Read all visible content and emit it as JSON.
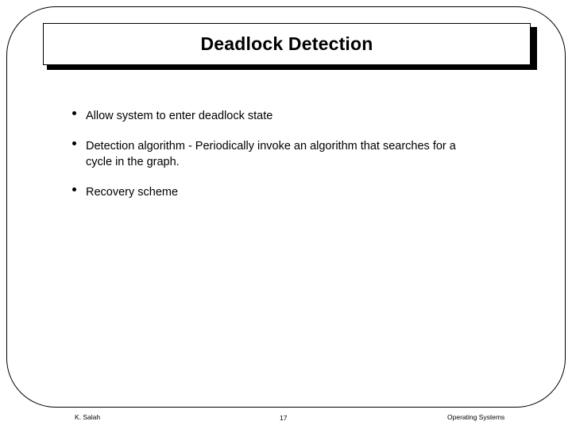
{
  "slide": {
    "title": "Deadlock Detection",
    "bullets": [
      {
        "text": "Allow system to enter deadlock state"
      },
      {
        "text": "Detection algorithm - Periodically invoke an algorithm that searches for a cycle in the graph."
      },
      {
        "text": "Recovery scheme"
      }
    ],
    "footer": {
      "author": "K. Salah",
      "page_number": "17",
      "course": "Operating Systems"
    },
    "colors": {
      "background": "#ffffff",
      "text": "#000000",
      "title_box_fill": "#ffffff",
      "title_box_border": "#000000",
      "title_shadow": "#000000",
      "frame_border": "#000000"
    }
  }
}
